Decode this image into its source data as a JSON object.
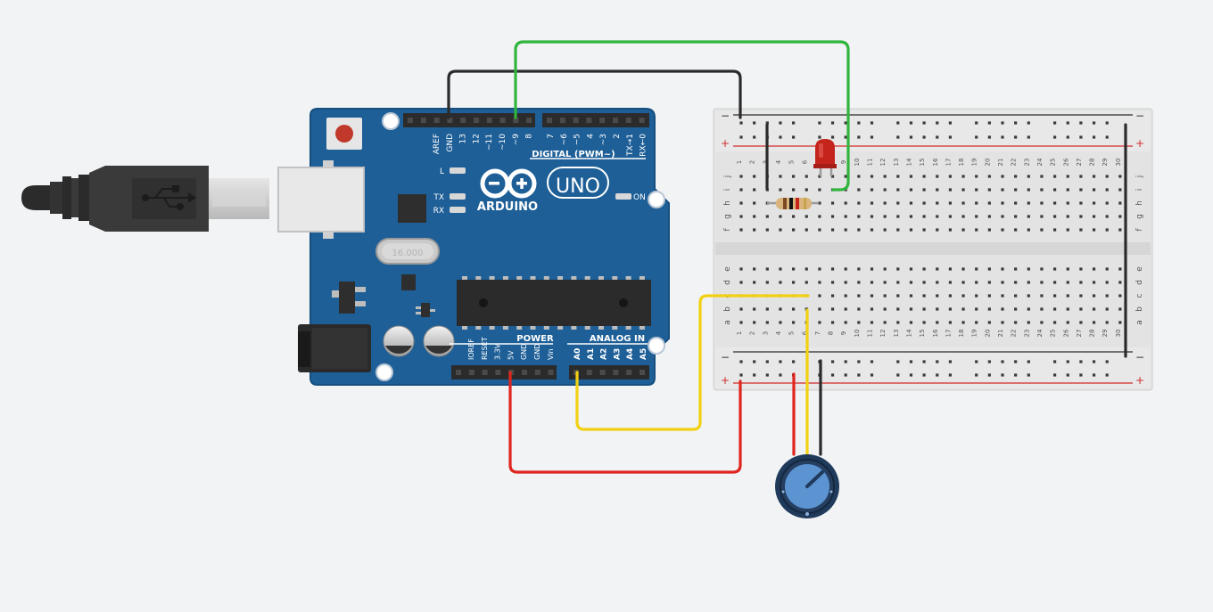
{
  "arduino": {
    "brand": "ARDUINO",
    "model": "UNO",
    "digital_header_label": "DIGITAL (PWM~)",
    "power_header_label": "POWER",
    "analog_header_label": "ANALOG IN",
    "led_labels": [
      "L",
      "TX",
      "RX",
      "ON"
    ],
    "crystal_text": "16.000",
    "digital_pins_left": [
      "AREF",
      "GND",
      "13",
      "12",
      "~11",
      "~10",
      "~9",
      "8"
    ],
    "digital_pins_right": [
      "7",
      "~6",
      "~5",
      "4",
      "~3",
      "2",
      "TX→1",
      "RX←0"
    ],
    "power_pins": [
      "IOREF",
      "RESET",
      "3.3V",
      "5V",
      "GND",
      "GND",
      "Vin"
    ],
    "analog_pins": [
      "A0",
      "A1",
      "A2",
      "A3",
      "A4",
      "A5"
    ]
  },
  "breadboard": {
    "rail_minus": "−",
    "rail_plus": "+",
    "row_letters_top": [
      "j",
      "i",
      "h",
      "g",
      "f"
    ],
    "row_letters_bottom": [
      "e",
      "d",
      "c",
      "b",
      "a"
    ],
    "column_numbers": [
      "1",
      "2",
      "3",
      "4",
      "5",
      "6",
      "7",
      "8",
      "9",
      "10",
      "11",
      "12",
      "13",
      "14",
      "15",
      "16",
      "17",
      "18",
      "19",
      "20",
      "21",
      "22",
      "23",
      "24",
      "25",
      "26",
      "27",
      "28",
      "29",
      "30"
    ]
  },
  "colors": {
    "board_blue": "#1e5f97",
    "board_edge": "#17507f",
    "wire_black": "#2b2b2b",
    "wire_green": "#30b53d",
    "wire_red": "#e0251f",
    "wire_yellow": "#f2d012",
    "led_red": "#c4241c",
    "pot_blue": "#5c93d1",
    "pot_dark": "#1f3a5b"
  }
}
